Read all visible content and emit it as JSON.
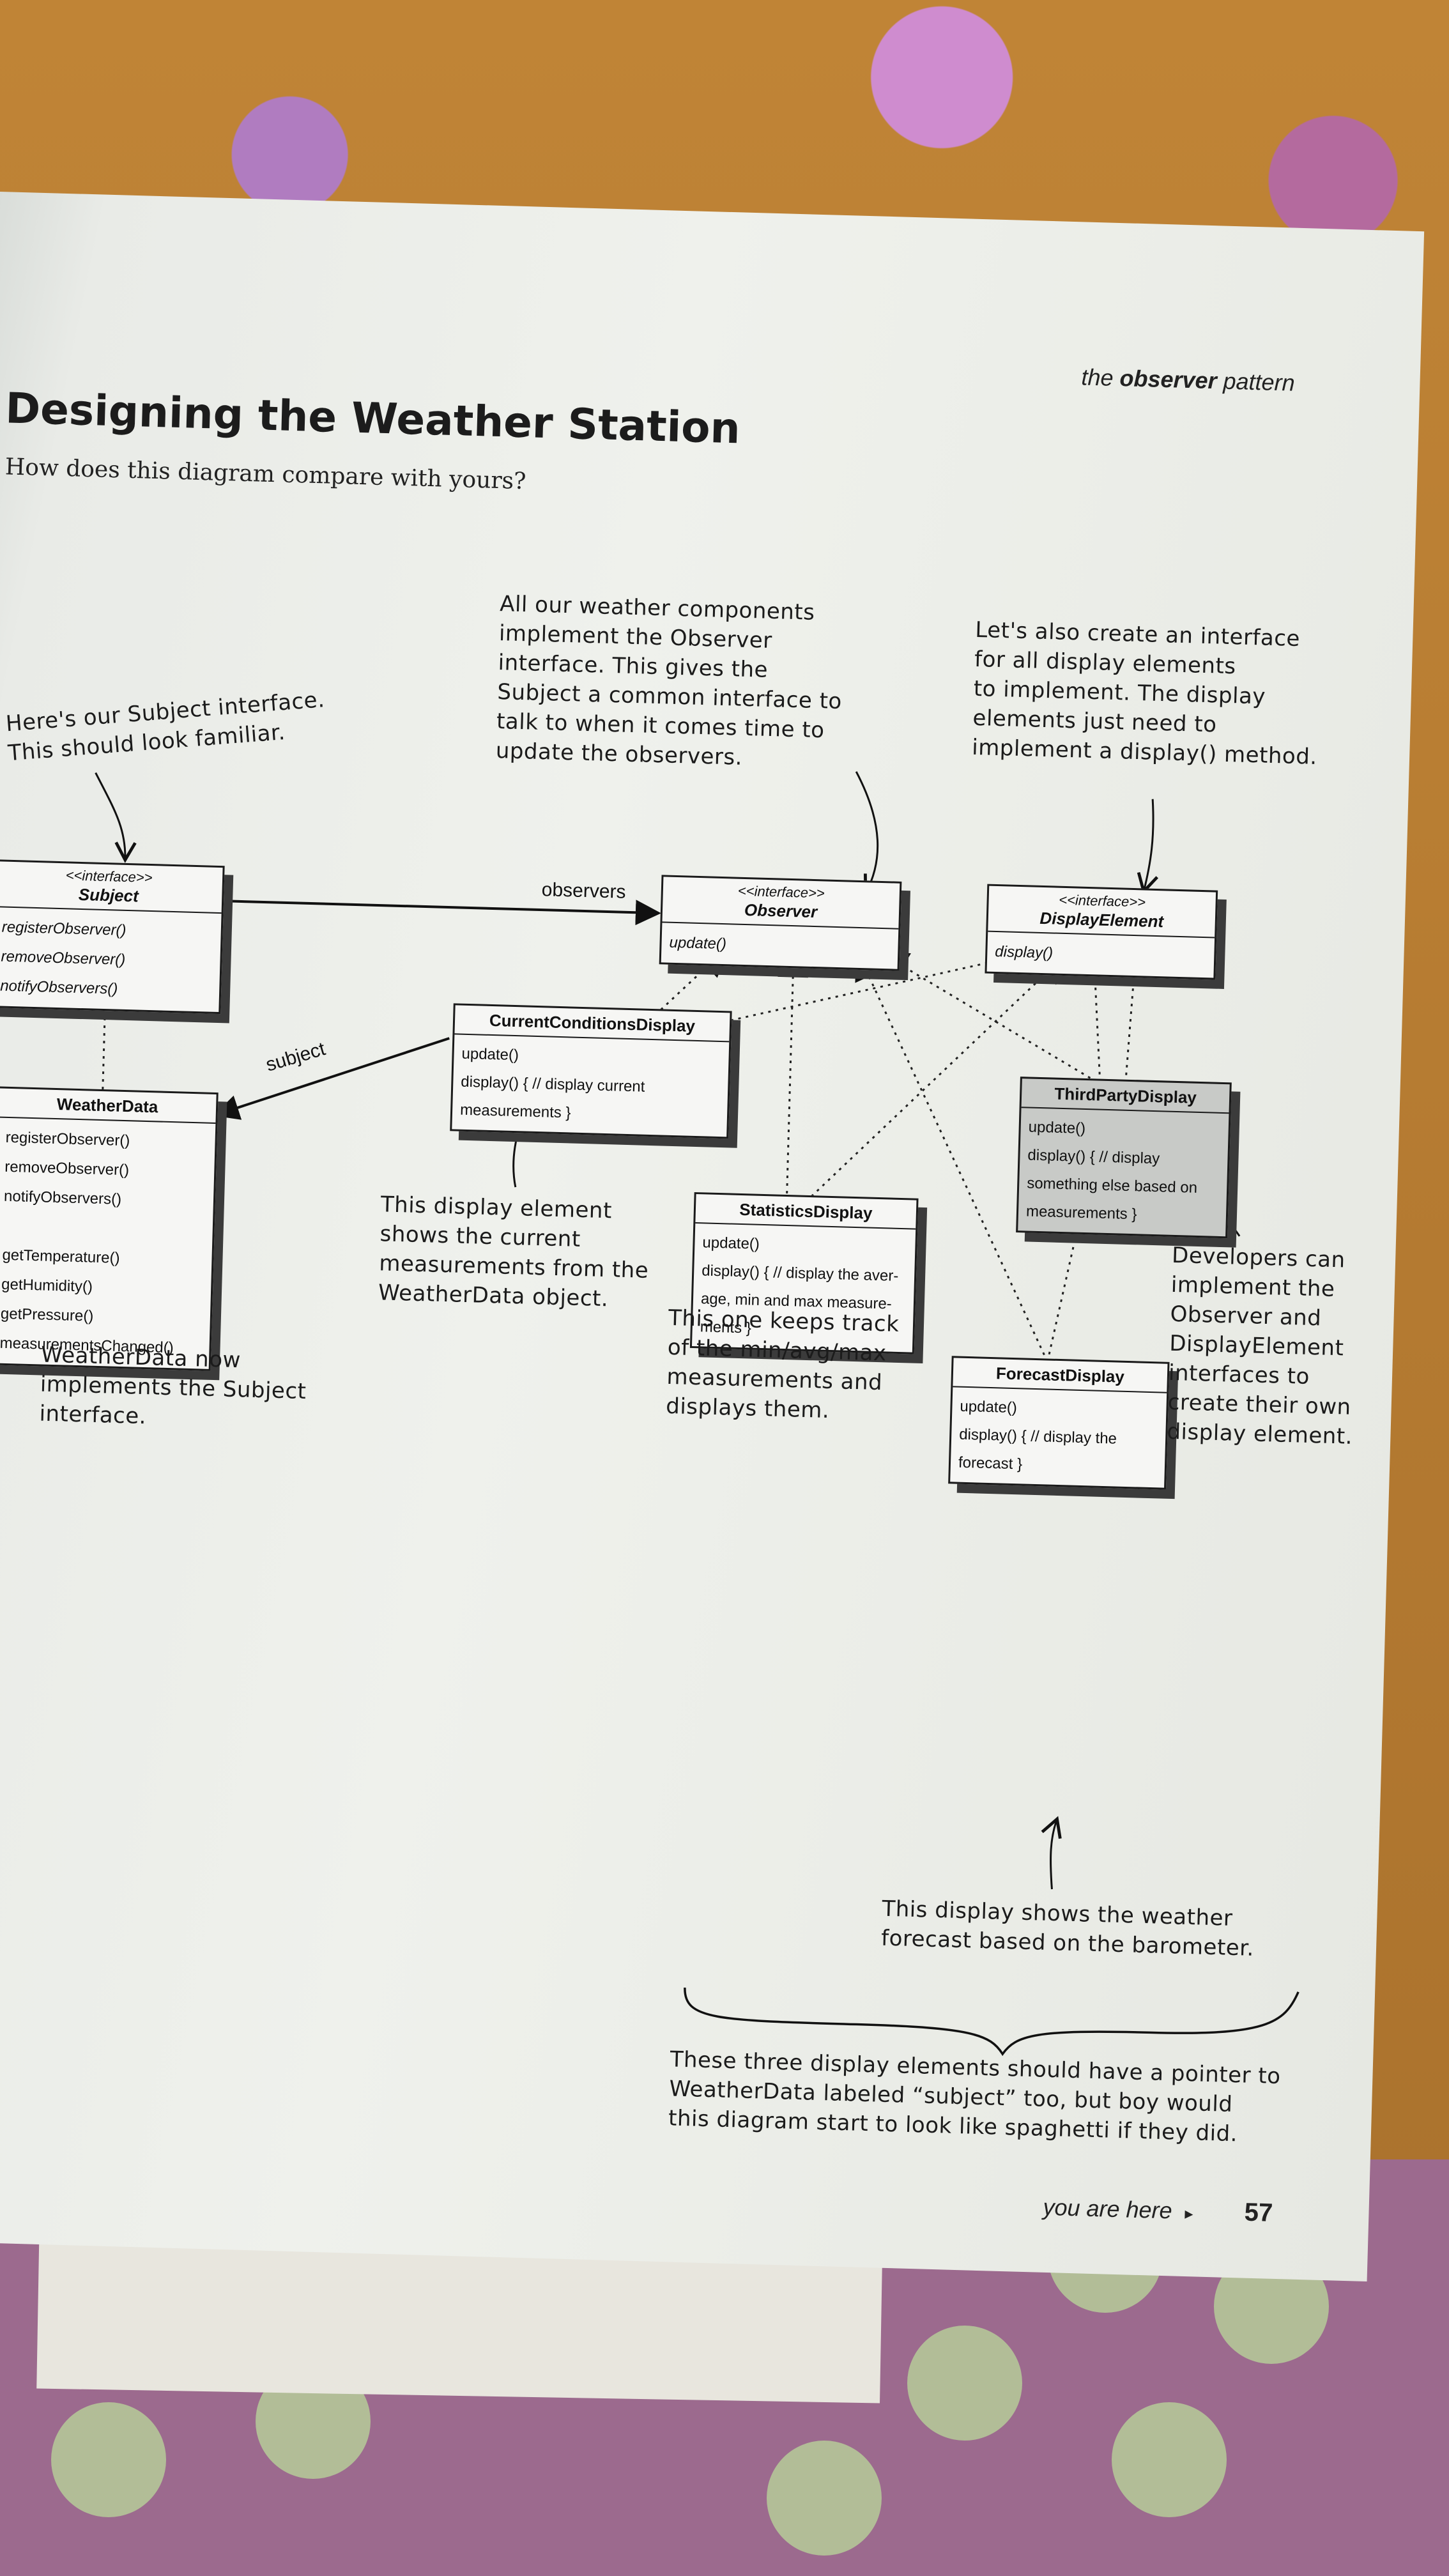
{
  "page": {
    "running_head_pre": "the ",
    "running_head_bold": "observer",
    "running_head_post": " pattern",
    "title": "Designing the Weather Station",
    "subtitle": "How does this diagram compare with yours?",
    "footer_text": "you are here",
    "footer_arrow": "▸",
    "page_number": "57"
  },
  "annotations": {
    "subject_note": [
      "Here's our Subject interface.",
      "This should look familiar."
    ],
    "observer_note": [
      "All our weather components",
      "implement the Observer",
      "interface. This gives the",
      "Subject a common interface to",
      "talk to when it comes time to",
      "update the observers."
    ],
    "display_note": [
      "Let's also create an interface",
      "for all display elements",
      "to implement. The display",
      "elements just need to",
      "implement a display() method."
    ],
    "current_note": [
      "This display element",
      "shows the current",
      "measurements from the",
      "WeatherData object."
    ],
    "weatherdata_note": [
      "WeatherData now",
      "implements the Subject",
      "interface."
    ],
    "stats_note": [
      "This one keeps track",
      "of the min/avg/max",
      "measurements and",
      "displays them."
    ],
    "thirdparty_note": [
      "Developers can",
      "implement the",
      "Observer and",
      "DisplayElement",
      "interfaces to",
      "create their own",
      "display element."
    ],
    "forecast_note": [
      "This display shows the weather",
      "forecast based on the barometer."
    ],
    "bottom_note": [
      "These three display elements should have a pointer to",
      "WeatherData labeled “subject” too, but boy would",
      "this diagram start to look like spaghetti if they did."
    ]
  },
  "links": {
    "observers": "observers",
    "subject": "subject"
  },
  "classes": {
    "subject": {
      "stereotype": "<<interface>>",
      "name": "Subject",
      "methods": [
        "registerObserver()",
        "removeObserver()",
        "notifyObservers()"
      ]
    },
    "observer": {
      "stereotype": "<<interface>>",
      "name": "Observer",
      "methods": [
        "update()"
      ]
    },
    "display_element": {
      "stereotype": "<<interface>>",
      "name": "DisplayElement",
      "methods": [
        "display()"
      ]
    },
    "weather_data": {
      "name": "WeatherData",
      "methods_a": [
        "registerObserver()",
        "removeObserver()",
        "notifyObservers()"
      ],
      "methods_b": [
        "getTemperature()",
        "getHumidity()",
        "getPressure()",
        "measurementsChanged()"
      ]
    },
    "current_conditions": {
      "name": "CurrentConditionsDisplay",
      "methods": [
        "update()",
        "display() { // display current",
        "measurements }"
      ]
    },
    "statistics": {
      "name": "StatisticsDisplay",
      "methods": [
        "update()",
        "display() { // display the aver-",
        "age, min and max measure-",
        "ments }"
      ]
    },
    "third_party": {
      "name": "ThirdPartyDisplay",
      "methods": [
        "update()",
        "display() { // display",
        "something else based on",
        "measurements }"
      ]
    },
    "forecast": {
      "name": "ForecastDisplay",
      "methods": [
        "update()",
        "display() { // display the",
        "forecast }"
      ]
    }
  }
}
